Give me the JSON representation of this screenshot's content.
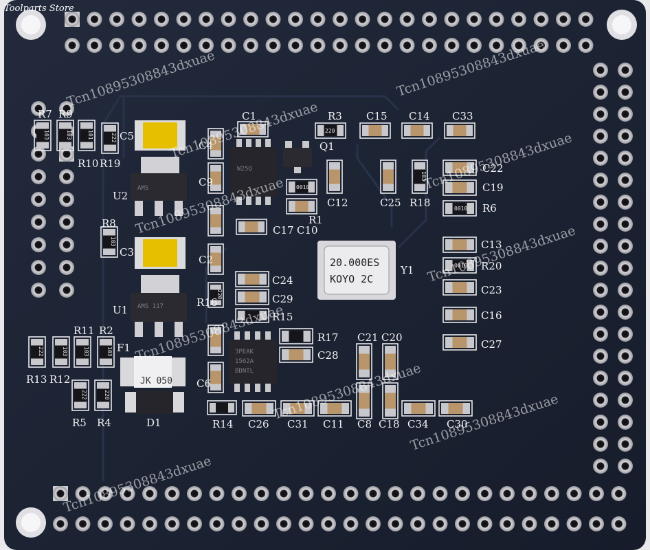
{
  "store_label": "Toolparts Store",
  "watermark": "Tcn108953084​3dxuae",
  "watermark_text": "Tcn10895308843dxuae",
  "crystal": {
    "line1": "20.000ES",
    "line2": "KOYO 2C",
    "ref": "Y1"
  },
  "regulators": [
    {
      "ref": "U2",
      "marking": "AMS"
    },
    {
      "ref": "U1",
      "marking": "AMS 117"
    }
  ],
  "ic_marks": {
    "top_ic": "W25Q",
    "bottom_ic": "3PEAK",
    "bottom_ic2": "1562A",
    "bottom_ic3": "BDNTL"
  },
  "jk_marking": "JK 050",
  "resistor_codes": [
    "103",
    "103",
    "101",
    "222",
    "103",
    "222",
    "103",
    "103",
    "103",
    "222",
    "220",
    "220",
    "220",
    "103",
    "0010",
    "0010",
    "0010"
  ],
  "labels": {
    "R7": "R7",
    "R9": "R9",
    "R10": "R10",
    "R19": "R19",
    "C5": "C5",
    "C4": "C4",
    "C1": "C1",
    "R3": "R3",
    "C15": "C15",
    "C14": "C14",
    "C33": "C33",
    "Q1": "Q1",
    "C22": "C22",
    "C19": "C19",
    "R6": "R6",
    "C9": "C9",
    "U2": "U2",
    "C12": "C12",
    "C25": "C25",
    "R18": "R18",
    "R1": "R1",
    "C17": "C17",
    "C10": "C10",
    "R8": "R8",
    "C3": "C3",
    "C13": "C13",
    "R20": "R20",
    "C2": "C2",
    "Y1": "Y1",
    "C23": "C23",
    "C24": "C24",
    "C29": "C29",
    "R16": "R16",
    "U1": "U1",
    "C16": "C16",
    "R15": "R15",
    "R11": "R11",
    "R2": "R2",
    "R17": "R17",
    "C21": "C21",
    "C20": "C20",
    "C27": "C27",
    "F1": "F1",
    "C28": "C28",
    "R13": "R13",
    "R12": "R12",
    "C6": "C6",
    "R5": "R5",
    "R4": "R4",
    "D1": "D1",
    "R14": "R14",
    "C26": "C26",
    "C31": "C31",
    "C11": "C11",
    "C8": "C8",
    "C18": "C18",
    "C34": "C34",
    "C30": "C30"
  },
  "colors": {
    "board": "#1b2233",
    "silkscreen": "#f2f2f2",
    "pad": "#c9c9cc",
    "tantalum": "#e8c000"
  }
}
